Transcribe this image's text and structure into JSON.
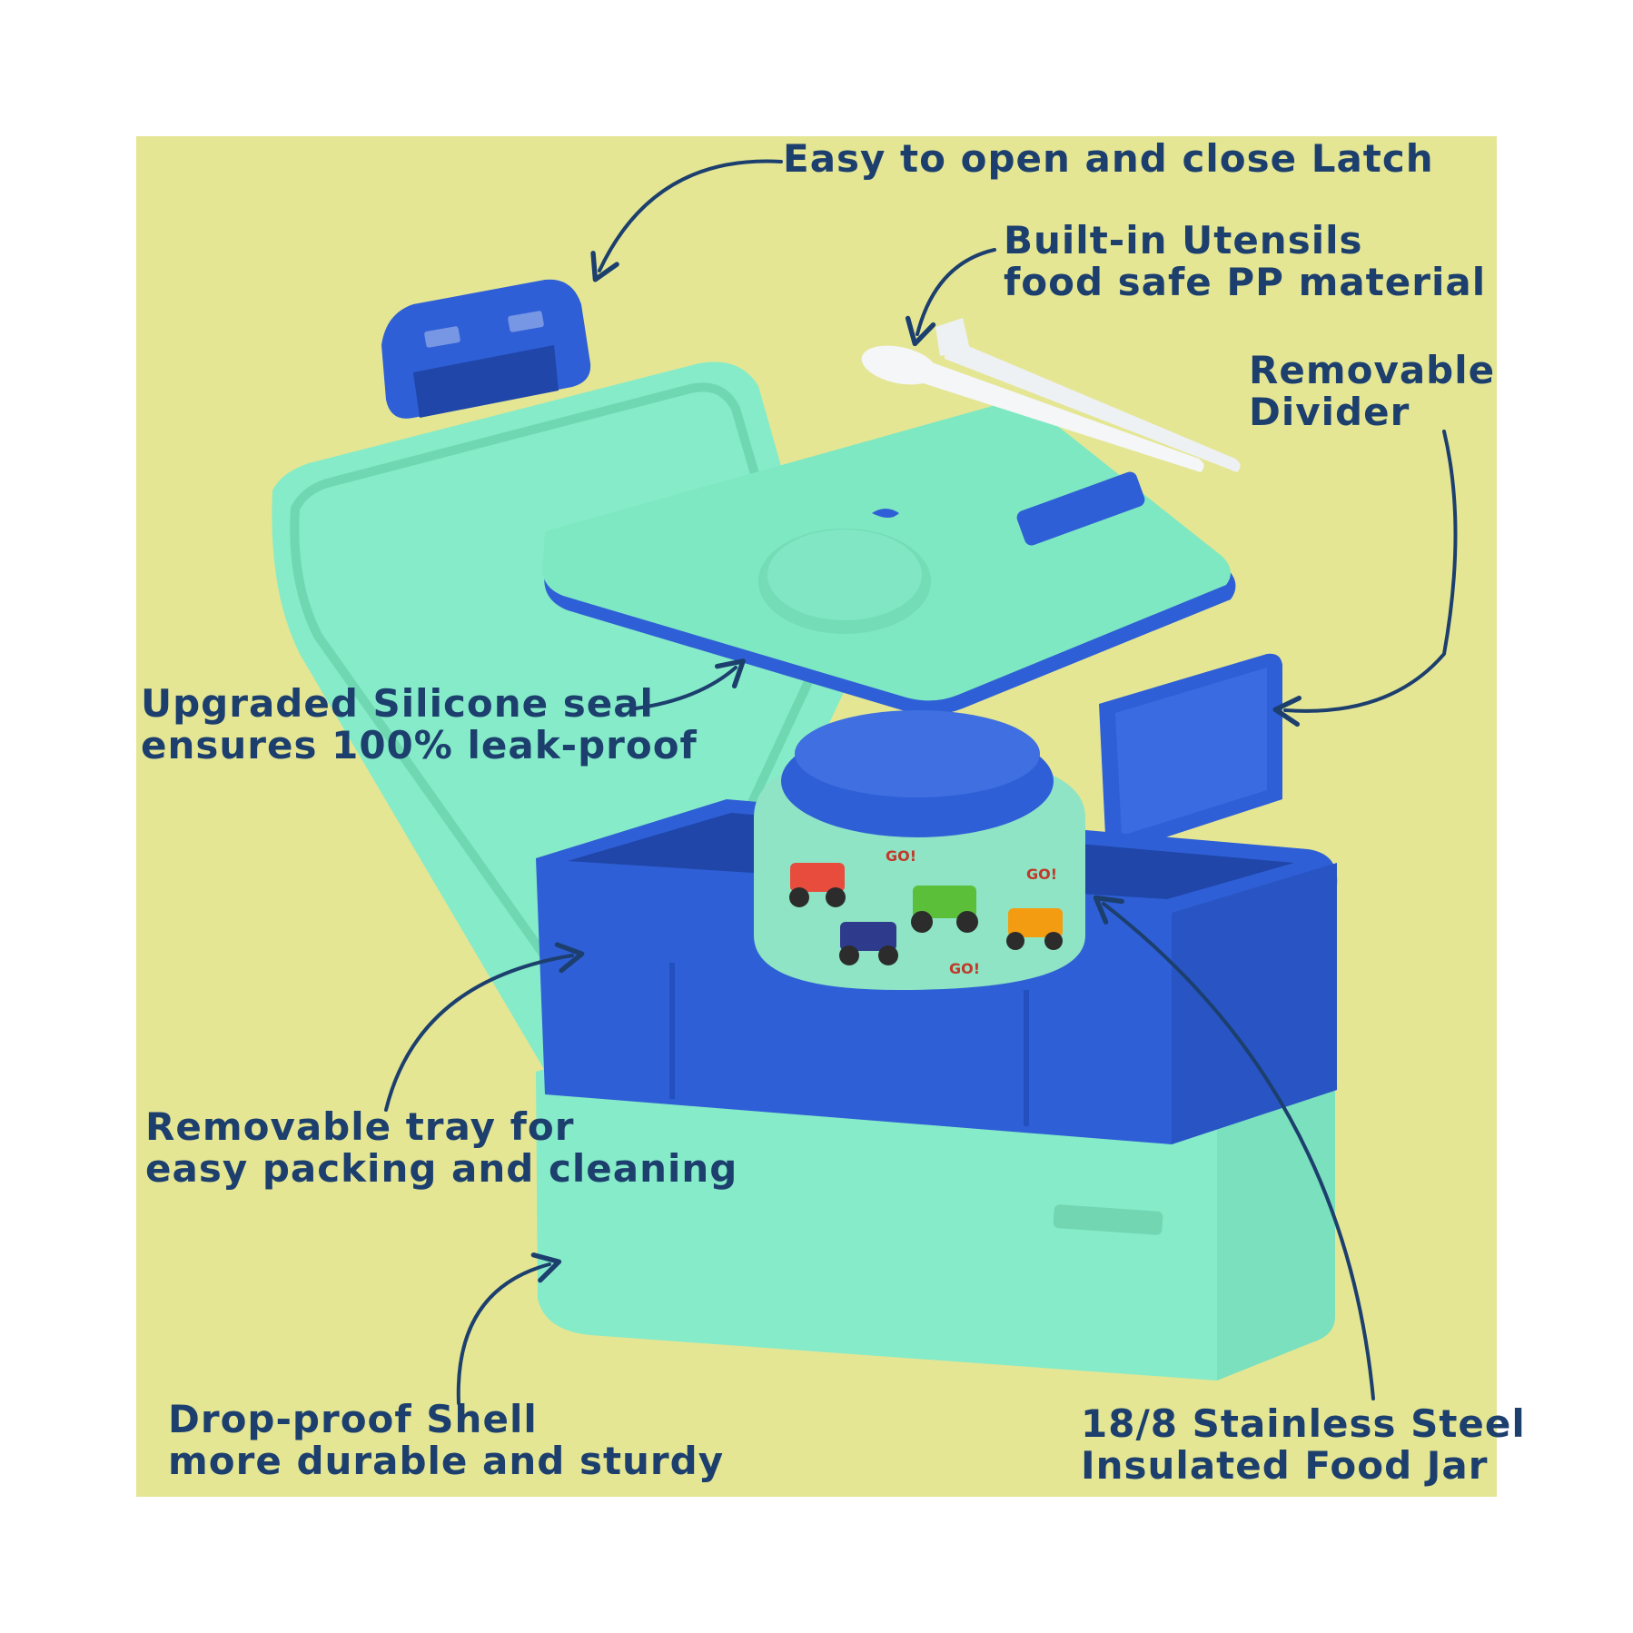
{
  "callouts": {
    "latch": "Easy to open and close Latch",
    "utensils": [
      "Built-in Utensils",
      "food safe PP material"
    ],
    "divider": [
      "Removable",
      "Divider"
    ],
    "seal": [
      "Upgraded Silicone seal",
      "ensures 100% leak-proof"
    ],
    "tray": [
      "Removable tray for",
      "easy packing and cleaning"
    ],
    "shell": [
      "Drop-proof Shell",
      "more durable and sturdy"
    ],
    "jar": [
      "18/8 Stainless Steel",
      "Insulated Food Jar"
    ]
  },
  "jar_print": {
    "badge_1": "GO!",
    "badge_2": "GO!",
    "badge_3": "GO!"
  },
  "colors": {
    "background": "#e4e694",
    "mint": "#7ee8c2",
    "blue": "#2f5fd6",
    "ink": "#1c3f6e",
    "utensil": "#f4f6f8"
  }
}
